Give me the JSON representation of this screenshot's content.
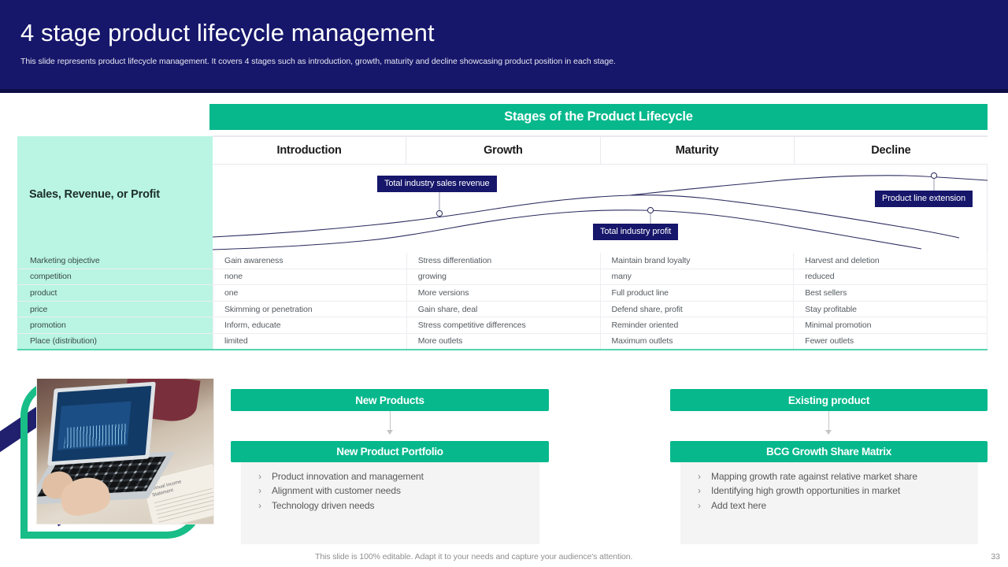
{
  "header": {
    "title": "4 stage product lifecycle management",
    "subtitle": "This slide represents product lifecycle management. It covers 4 stages such as introduction, growth, maturity and decline showcasing product position in each stage.",
    "bg_color": "#16166b"
  },
  "banner": {
    "label": "Stages of the Product Lifecycle",
    "bg_color": "#06b88c"
  },
  "matrix": {
    "y_axis_label": "Sales, Revenue, or Profit",
    "stages": [
      "Introduction",
      "Growth",
      "Maturity",
      "Decline"
    ],
    "row_labels": [
      "Marketing objective",
      "competition",
      "product",
      "price",
      "promotion",
      "Place (distribution)"
    ],
    "rows": [
      [
        "Gain awareness",
        "Stress differentiation",
        "Maintain brand loyalty",
        "Harvest and deletion"
      ],
      [
        "none",
        "growing",
        "many",
        "reduced"
      ],
      [
        "one",
        "More versions",
        "Full product line",
        "Best sellers"
      ],
      [
        "Skimming or penetration",
        "Gain share, deal",
        "Defend share, profit",
        "Stay profitable"
      ],
      [
        "Inform, educate",
        "Stress competitive differences",
        "Reminder oriented",
        "Minimal promotion"
      ],
      [
        "limited",
        "More outlets",
        "Maximum outlets",
        "Fewer outlets"
      ]
    ],
    "label_bg_color": "#b9f5e2"
  },
  "chart_data": {
    "type": "line",
    "title": "Stages of the Product Lifecycle",
    "xlabel": "",
    "ylabel": "Sales, Revenue, or Profit",
    "categories": [
      "Introduction",
      "Growth",
      "Maturity",
      "Decline"
    ],
    "grid": false,
    "legend_position": "inline-callouts",
    "series": [
      {
        "name": "Total industry sales revenue",
        "color": "#16166b",
        "x": [
          0,
          0.12,
          0.3,
          0.45,
          0.6,
          0.72,
          0.85,
          0.93,
          1.0
        ],
        "y": [
          0.42,
          0.44,
          0.52,
          0.66,
          0.78,
          0.77,
          0.7,
          0.58,
          0.44
        ]
      },
      {
        "name": "Total industry profit",
        "color": "#16166b",
        "x": [
          0,
          0.12,
          0.3,
          0.45,
          0.58,
          0.7,
          0.82,
          0.92,
          1.0
        ],
        "y": [
          0.22,
          0.24,
          0.32,
          0.5,
          0.58,
          0.57,
          0.5,
          0.38,
          0.24
        ]
      },
      {
        "name": "Product line extension",
        "color": "#16166b",
        "x": [
          0.62,
          0.75,
          0.86,
          0.93,
          1.0
        ],
        "y": [
          0.56,
          0.72,
          0.86,
          0.9,
          0.88
        ]
      }
    ],
    "annotations": [
      {
        "label": "Total industry sales revenue",
        "series": "Total industry sales revenue",
        "x": 0.31,
        "y": 0.53
      },
      {
        "label": "Total industry profit",
        "series": "Total industry profit",
        "x": 0.57,
        "y": 0.53
      },
      {
        "label": "Product line extension",
        "series": "Product line extension",
        "x": 0.93,
        "y": 0.9
      }
    ]
  },
  "flows": {
    "left": {
      "header": "New Products",
      "sub": "New Product Portfolio",
      "bullets": [
        "Product innovation and management",
        "Alignment with customer needs",
        "Technology driven needs"
      ]
    },
    "right": {
      "header": "Existing product",
      "sub": "BCG Growth Share Matrix",
      "bullets": [
        "Mapping growth rate against relative market share",
        "Identifying high growth opportunities in market",
        "Add text here"
      ]
    },
    "bullet_glyph": "›"
  },
  "footer": {
    "note": "This slide is 100% editable. Adapt it to your needs and capture your audience's attention.",
    "page_number": "33"
  }
}
